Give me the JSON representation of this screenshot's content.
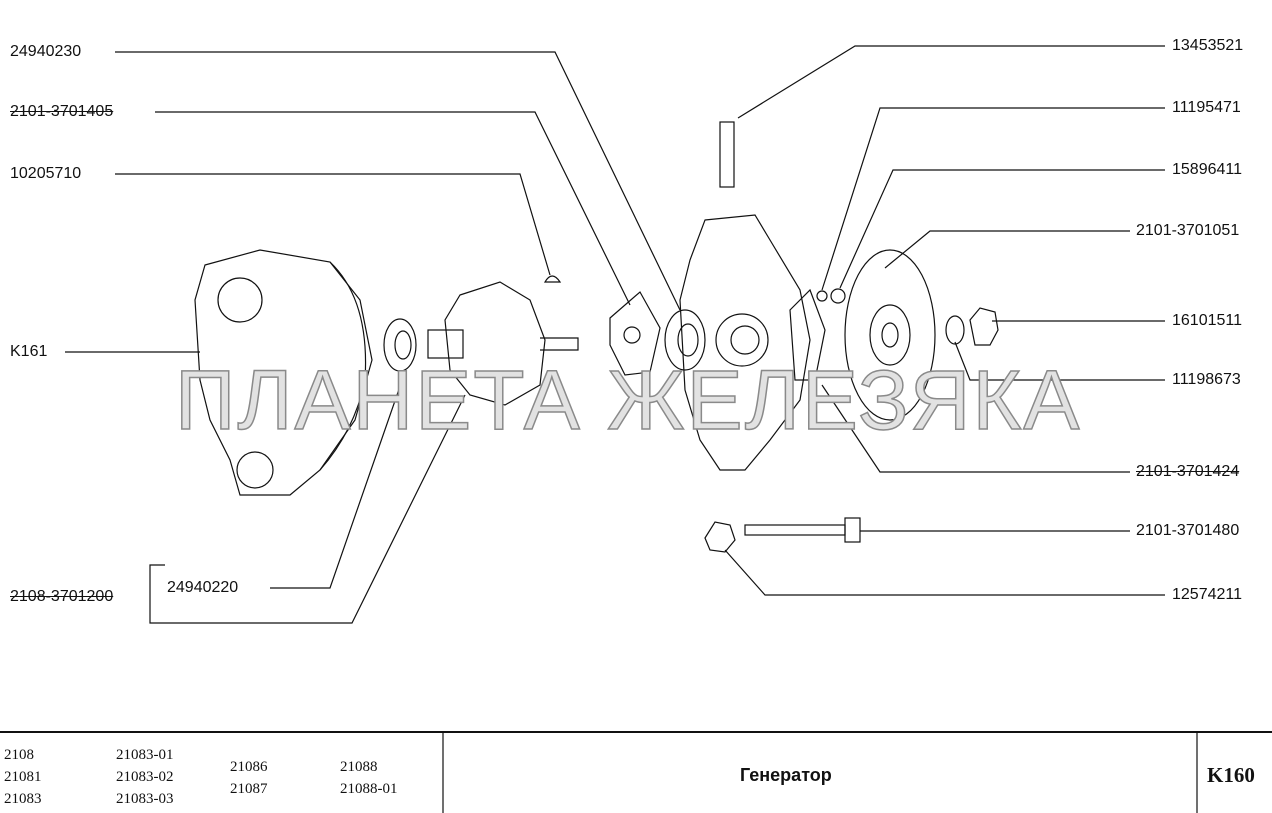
{
  "callouts_left": {
    "c1": "24940230",
    "c2": "2101-3701405",
    "c3": "10205710",
    "c4": "K161",
    "c5": "24940220",
    "c6": "2108-3701200"
  },
  "callouts_right": {
    "c1": "13453521",
    "c2": "11195471",
    "c3": "15896411",
    "c4": "2101-3701051",
    "c5": "16101511",
    "c6": "11198673",
    "c7": "2101-3701424",
    "c8": "2101-3701480",
    "c9": "12574211"
  },
  "watermark": "ПЛАНЕТА ЖЕЛЕЗЯКА",
  "footer": {
    "models": {
      "col1": [
        "2108",
        "21081",
        "21083"
      ],
      "col2": [
        "21083-01",
        "21083-02",
        "21083-03"
      ],
      "col3": [
        "21086",
        "21087"
      ],
      "col4": [
        "21088",
        "21088-01"
      ]
    },
    "title": "Генератор",
    "code": "K160"
  }
}
